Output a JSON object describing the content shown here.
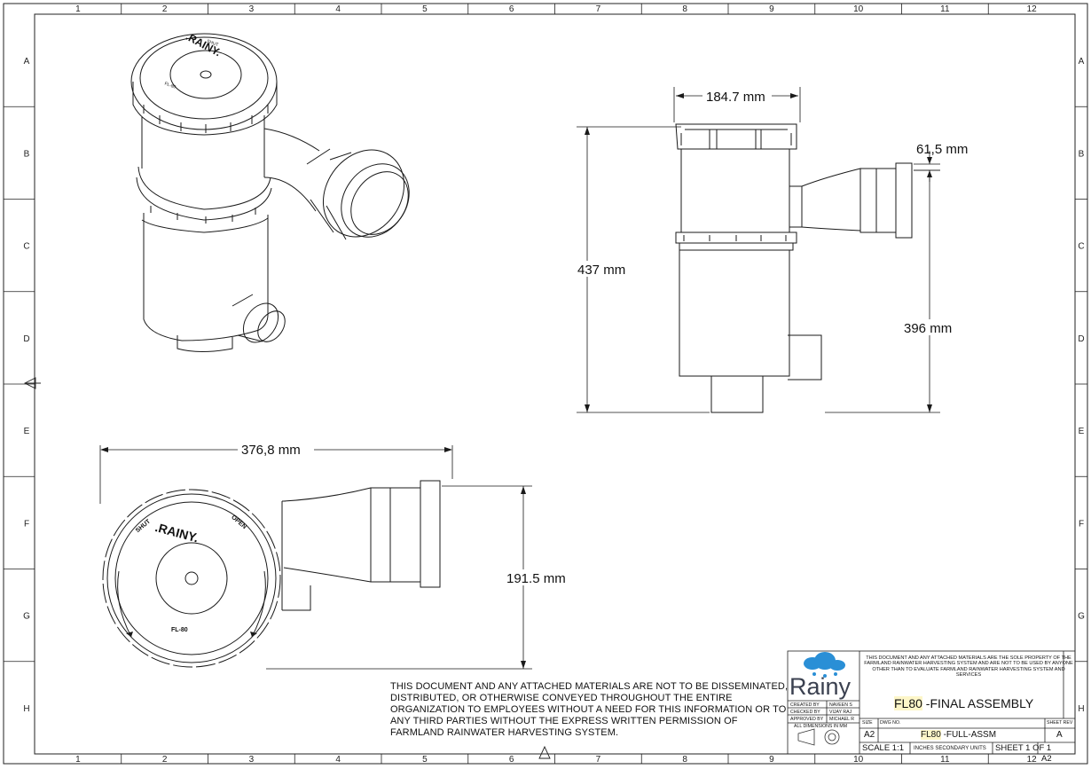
{
  "zones": {
    "columns": [
      "1",
      "2",
      "3",
      "4",
      "5",
      "6",
      "7",
      "8",
      "9",
      "10",
      "11",
      "12"
    ],
    "rows": [
      "A",
      "B",
      "C",
      "D",
      "E",
      "F",
      "G",
      "H"
    ]
  },
  "dimensions": {
    "top_width": "184.7 mm",
    "outlet_height": "61,5  mm",
    "overall_height": "437  mm",
    "body_height": "396 mm",
    "plan_length": "376,8  mm",
    "plan_width": "191.5  mm"
  },
  "lid": {
    "brand": ".RAINY.",
    "shut": "SHUT",
    "open": "OPEN",
    "model": "FL-80"
  },
  "notice": "THIS DOCUMENT AND ANY ATTACHED MATERIALS ARE NOT TO BE DISSEMINATED, DISTRIBUTED, OR OTHERWISE CONVEYED THROUGHOUT THE ENTIRE ORGANIZATION TO EMPLOYEES WITHOUT A NEED FOR THIS INFORMATION OR TO ANY THIRD PARTIES WITHOUT THE EXPRESS WRITTEN PERMISSION OF FARMLAND RAINWATER HARVESTING SYSTEM.",
  "title_block": {
    "logo": "Rainy",
    "property_notice": "THIS DOCUMENT AND ANY ATTACHED MATERIALS ARE THE SOLE PROPERTY OF THE FARMLAND RAINWATER HARVESTING SYSTEM AND ARE NOT TO BE USED BY ANYONE OTHER THAN TO EVALUATE FARMLAND RAINWATER HARVESTING SYSTEM AND SERVICES",
    "created_by_label": "CREATED BY",
    "created_by": "NAVEEN S",
    "checked_by_label": "CHECKED BY",
    "checked_by": "VIJAY RAJ",
    "approved_by_label": "APPROVED BY",
    "approved_by": "MICHAEL R",
    "units_note": "ALL DIMENSIONS IN MM",
    "title_code": "FL80",
    "title_text": " -FINAL ASSEMBLY",
    "size_label": "SIZE",
    "size": "A2",
    "dwg_no_label": "DWG NO.",
    "dwg_code": "FL80",
    "dwg_text": " -FULL-ASSM",
    "rev_label": "SHEET REV",
    "rev": "A",
    "scale": "SCALE 1:1",
    "units": "INCHES SECONDARY UNITS",
    "sheet": "SHEET 1 OF 1",
    "sheet_size": "A2"
  },
  "colors": {
    "line": "#1a1a1a",
    "logo_cloud": "#2a8fd6",
    "logo_text": "#3b4150",
    "highlight": "#fdf6c8"
  }
}
